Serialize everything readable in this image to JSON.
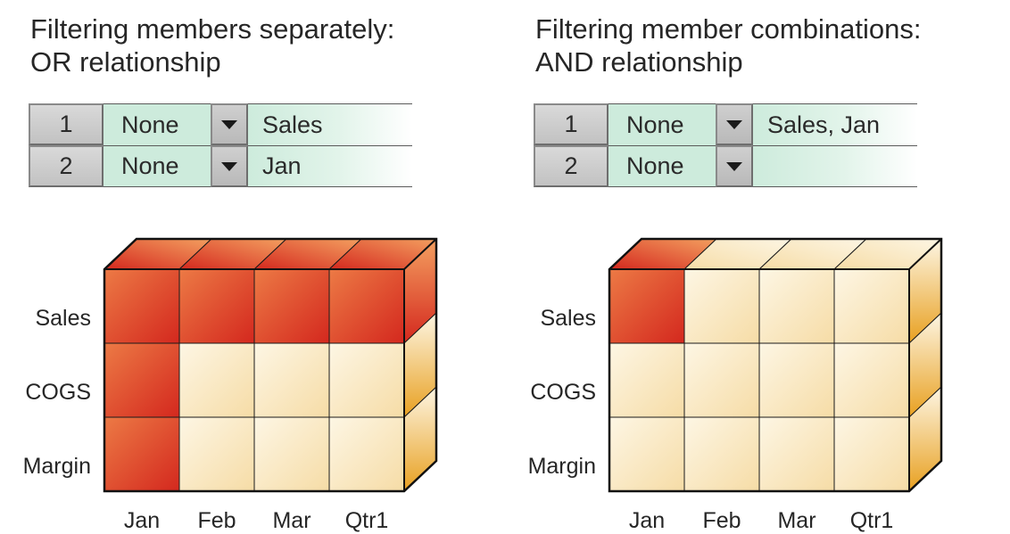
{
  "colors": {
    "filtered_dark": "#d4281e",
    "filtered_mid": "#ec7a45",
    "filtered_light": "#f4a060",
    "unfiltered_light": "#fdf6e4",
    "unfiltered_mid": "#f6dca6",
    "side_gold": "#e8a020",
    "filter_green": "#cdebdc",
    "button_gray": "#c8c8c8"
  },
  "panels": [
    {
      "title_line1": "Filtering members separately:",
      "title_line2": "OR relationship",
      "filters": [
        {
          "number": "1",
          "condition": "None",
          "dropdown_icon": "triangle-down-icon",
          "value": "Sales"
        },
        {
          "number": "2",
          "condition": "None",
          "dropdown_icon": "triangle-down-icon",
          "value": "Jan"
        }
      ],
      "rows": [
        "Sales",
        "COGS",
        "Margin"
      ],
      "columns": [
        "Jan",
        "Feb",
        "Mar",
        "Qtr1"
      ],
      "highlighted_rows": [
        0
      ],
      "highlighted_columns": [
        0
      ],
      "highlighted_cells": []
    },
    {
      "title_line1": "Filtering member combinations:",
      "title_line2": "AND relationship",
      "filters": [
        {
          "number": "1",
          "condition": "None",
          "dropdown_icon": "triangle-down-icon",
          "value": "Sales, Jan"
        },
        {
          "number": "2",
          "condition": "None",
          "dropdown_icon": "triangle-down-icon",
          "value": ""
        }
      ],
      "rows": [
        "Sales",
        "COGS",
        "Margin"
      ],
      "columns": [
        "Jan",
        "Feb",
        "Mar",
        "Qtr1"
      ],
      "highlighted_rows": [],
      "highlighted_columns": [],
      "highlighted_cells": [
        [
          0,
          0
        ]
      ]
    }
  ]
}
